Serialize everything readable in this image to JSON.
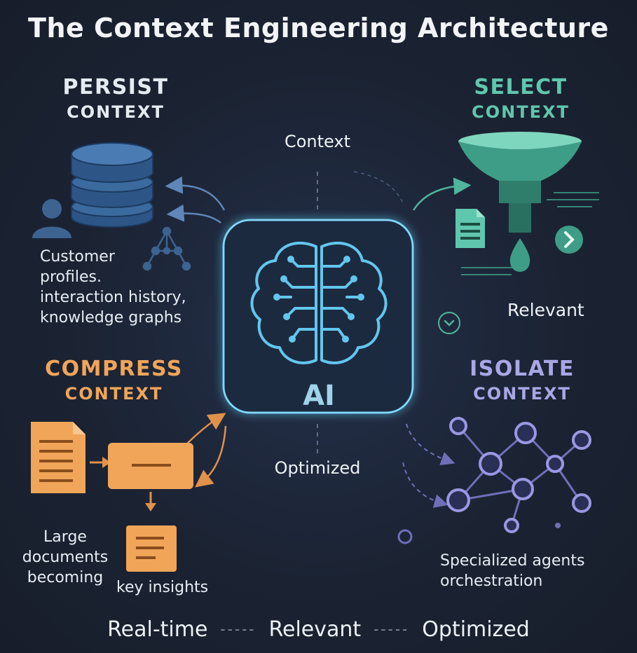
{
  "title": "The Context Engineering Architecture",
  "center": {
    "top_label": "Context",
    "core_label": "AI",
    "bottom_label": "Optimized"
  },
  "sections": {
    "persist": {
      "heading_1": "PERSIST",
      "heading_2": "CONTEXT",
      "desc_lines": [
        "Customer",
        "profiles.",
        "interaction history,",
        "knowledge graphs"
      ]
    },
    "select": {
      "heading_1": "SELECT",
      "heading_2": "CONTEXT",
      "output_label": "Relevant"
    },
    "compress": {
      "heading_1": "COMPRESS",
      "heading_2": "CONTEXT",
      "desc_lines": [
        "Large",
        "documents",
        "becoming"
      ],
      "desc_tail": "key insights"
    },
    "isolate": {
      "heading_1": "ISOLATE",
      "heading_2": "CONTEXT",
      "desc_lines": [
        "Specialized agents",
        "orchestration"
      ]
    }
  },
  "footer": {
    "items": [
      "Real-time",
      "Relevant",
      "Optimized"
    ],
    "separator": "-----"
  },
  "colors": {
    "background": "#1b2333",
    "persist": "#3b6a9e",
    "select": "#5fc7ad",
    "compress": "#f0a559",
    "isolate": "#8e89d8",
    "core_glow": "#62c6ee"
  },
  "icons": [
    "database-icon",
    "user-icon",
    "network-icon",
    "funnel-icon",
    "document-icon",
    "droplet-icon",
    "chevron-right-icon",
    "chevron-down-icon",
    "brain-icon",
    "agent-graph-icon"
  ]
}
